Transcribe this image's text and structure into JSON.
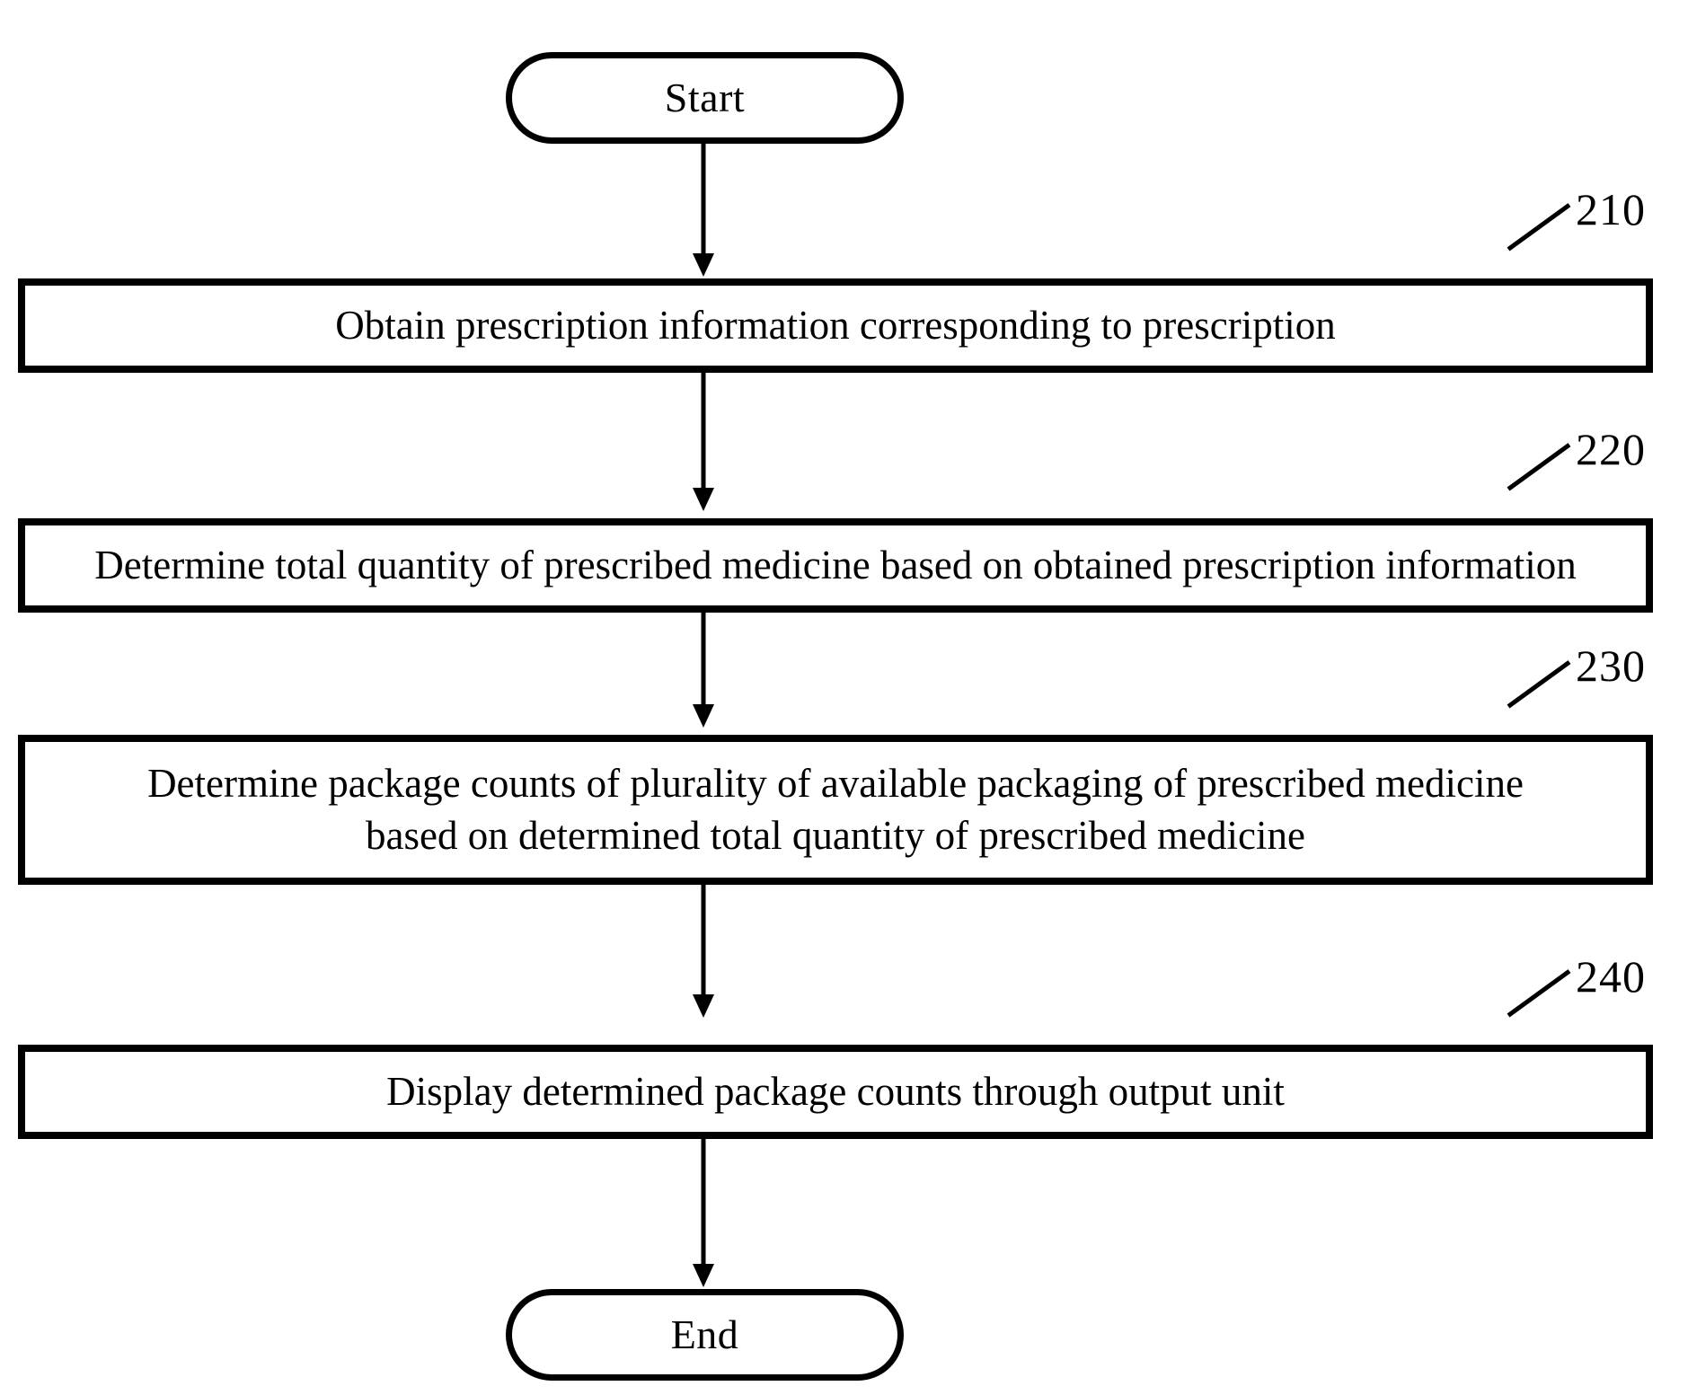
{
  "diagram": {
    "type": "flowchart",
    "title": "",
    "nodes": {
      "start": {
        "label": "Start",
        "shape": "terminal"
      },
      "step210": {
        "ref": "210",
        "shape": "process",
        "line1": "Obtain prescription information corresponding to prescription",
        "line2": ""
      },
      "step220": {
        "ref": "220",
        "shape": "process",
        "line1": "Determine total quantity of prescribed medicine based on obtained prescription information",
        "line2": ""
      },
      "step230": {
        "ref": "230",
        "shape": "process",
        "line1": "Determine package counts of plurality of available packaging of prescribed medicine",
        "line2": "based on determined total quantity of prescribed medicine"
      },
      "step240": {
        "ref": "240",
        "shape": "process",
        "line1": "Display determined package counts through output unit",
        "line2": ""
      },
      "end": {
        "label": "End",
        "shape": "terminal"
      }
    },
    "edges": [
      {
        "from": "start",
        "to": "step210"
      },
      {
        "from": "step210",
        "to": "step220"
      },
      {
        "from": "step220",
        "to": "step230"
      },
      {
        "from": "step230",
        "to": "step240"
      },
      {
        "from": "step240",
        "to": "end"
      }
    ],
    "colors": {
      "stroke": "#000000",
      "fill": "#ffffff",
      "text": "#000000"
    }
  }
}
